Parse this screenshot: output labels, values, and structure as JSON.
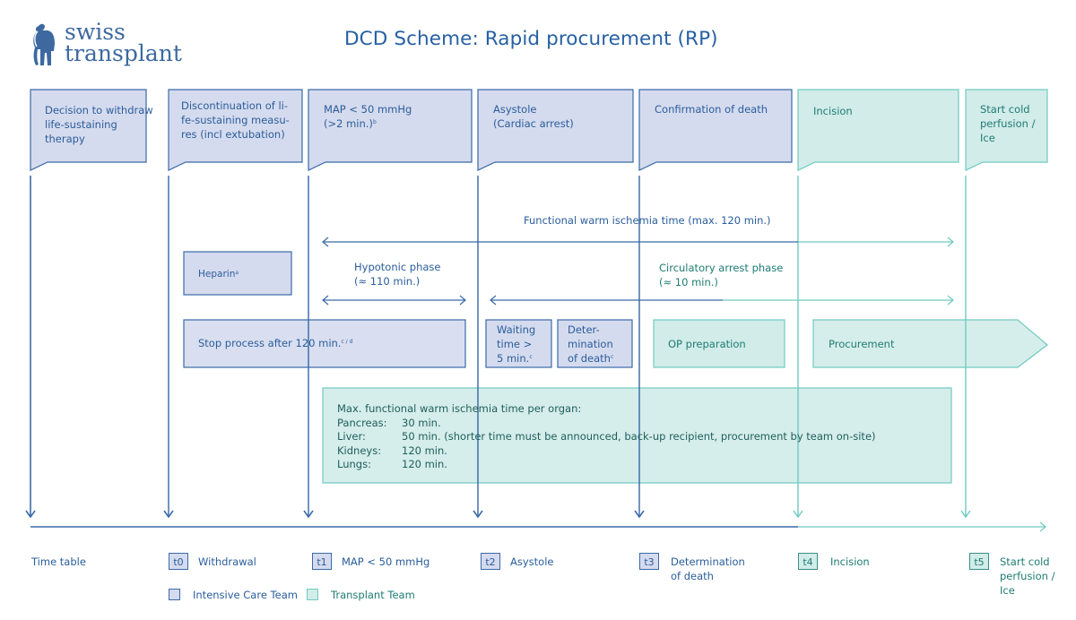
{
  "header": {
    "logo_line1": "swiss",
    "logo_line2": "transplant",
    "title": "DCD Scheme: Rapid procurement (RP)"
  },
  "colors": {
    "icu_fill": "#d5dbee",
    "icu_stroke": "#3a6aa8",
    "icu_text": "#2a5d9b",
    "tx_fill": "#d1ece9",
    "tx_stroke": "#6fcac1",
    "tx_text": "#1f7c73"
  },
  "callouts": [
    {
      "id": "c0",
      "lines": [
        "Decision to withdraw",
        "life-sustaining",
        "therapy"
      ],
      "team": "icu"
    },
    {
      "id": "c1",
      "lines": [
        "Discontinuation of li-",
        "fe-sustaining measu-",
        "res (incl extubation)"
      ],
      "team": "icu"
    },
    {
      "id": "c2",
      "lines": [
        "MAP < 50 mmHg",
        "(>2 min.)"
      ],
      "sup": "b",
      "team": "icu"
    },
    {
      "id": "c3",
      "lines": [
        "Asystole",
        "(Cardiac arrest)"
      ],
      "team": "icu"
    },
    {
      "id": "c4",
      "lines": [
        "Confirmation of death"
      ],
      "team": "icu"
    },
    {
      "id": "c5",
      "lines": [
        "Incision"
      ],
      "team": "tx"
    },
    {
      "id": "c6",
      "lines": [
        "Start cold",
        "perfusion /",
        "Ice"
      ],
      "team": "tx"
    }
  ],
  "phases": {
    "functional": "Functional warm ischemia time (max. 120 min.)",
    "hypotonic_line1": "Hypotonic phase",
    "hypotonic_line2": "(≈ 110 min.)",
    "circulatory_line1": "Circulatory arrest phase",
    "circulatory_line2": "(≈ 10 min.)"
  },
  "boxes": {
    "heparin": "Heparin",
    "heparin_sup": "a",
    "stop": "Stop process after 120 min.",
    "stop_sup": "c / d",
    "waiting_1": "Waiting",
    "waiting_2": "time >",
    "waiting_3": "5 min.",
    "waiting_sup": "c",
    "determination_1": "Deter-",
    "determination_2": "mination",
    "determination_3": "of death",
    "determination_sup": "c",
    "op_prep": "OP preparation",
    "procurement": "Procurement"
  },
  "organ_table": {
    "heading": "Max. functional warm ischemia time per organ:",
    "rows": [
      {
        "organ": "Pancreas:",
        "time": "30 min."
      },
      {
        "organ": "Liver:",
        "time": "50 min. (shorter time must be announced, back-up recipient, procurement by team on-site)"
      },
      {
        "organ": "Kidneys:",
        "time": "120 min."
      },
      {
        "organ": "Lungs:",
        "time": "120 min."
      }
    ]
  },
  "time_table": {
    "label": "Time table",
    "items": [
      {
        "badge": "t0",
        "label": "Withdrawal",
        "team": "icu"
      },
      {
        "badge": "t1",
        "label": "MAP < 50 mmHg",
        "team": "icu"
      },
      {
        "badge": "t2",
        "label": "Asystole",
        "team": "icu"
      },
      {
        "badge": "t3",
        "label_1": "Determination",
        "label_2": "of death",
        "team": "icu"
      },
      {
        "badge": "t4",
        "label": "Incision",
        "team": "tx"
      },
      {
        "badge": "t5",
        "label_1": "Start cold",
        "label_2": "perfusion /",
        "label_3": "Ice",
        "team": "tx"
      }
    ]
  },
  "legend": {
    "icu": "Intensive Care Team",
    "tx": "Transplant Team"
  }
}
